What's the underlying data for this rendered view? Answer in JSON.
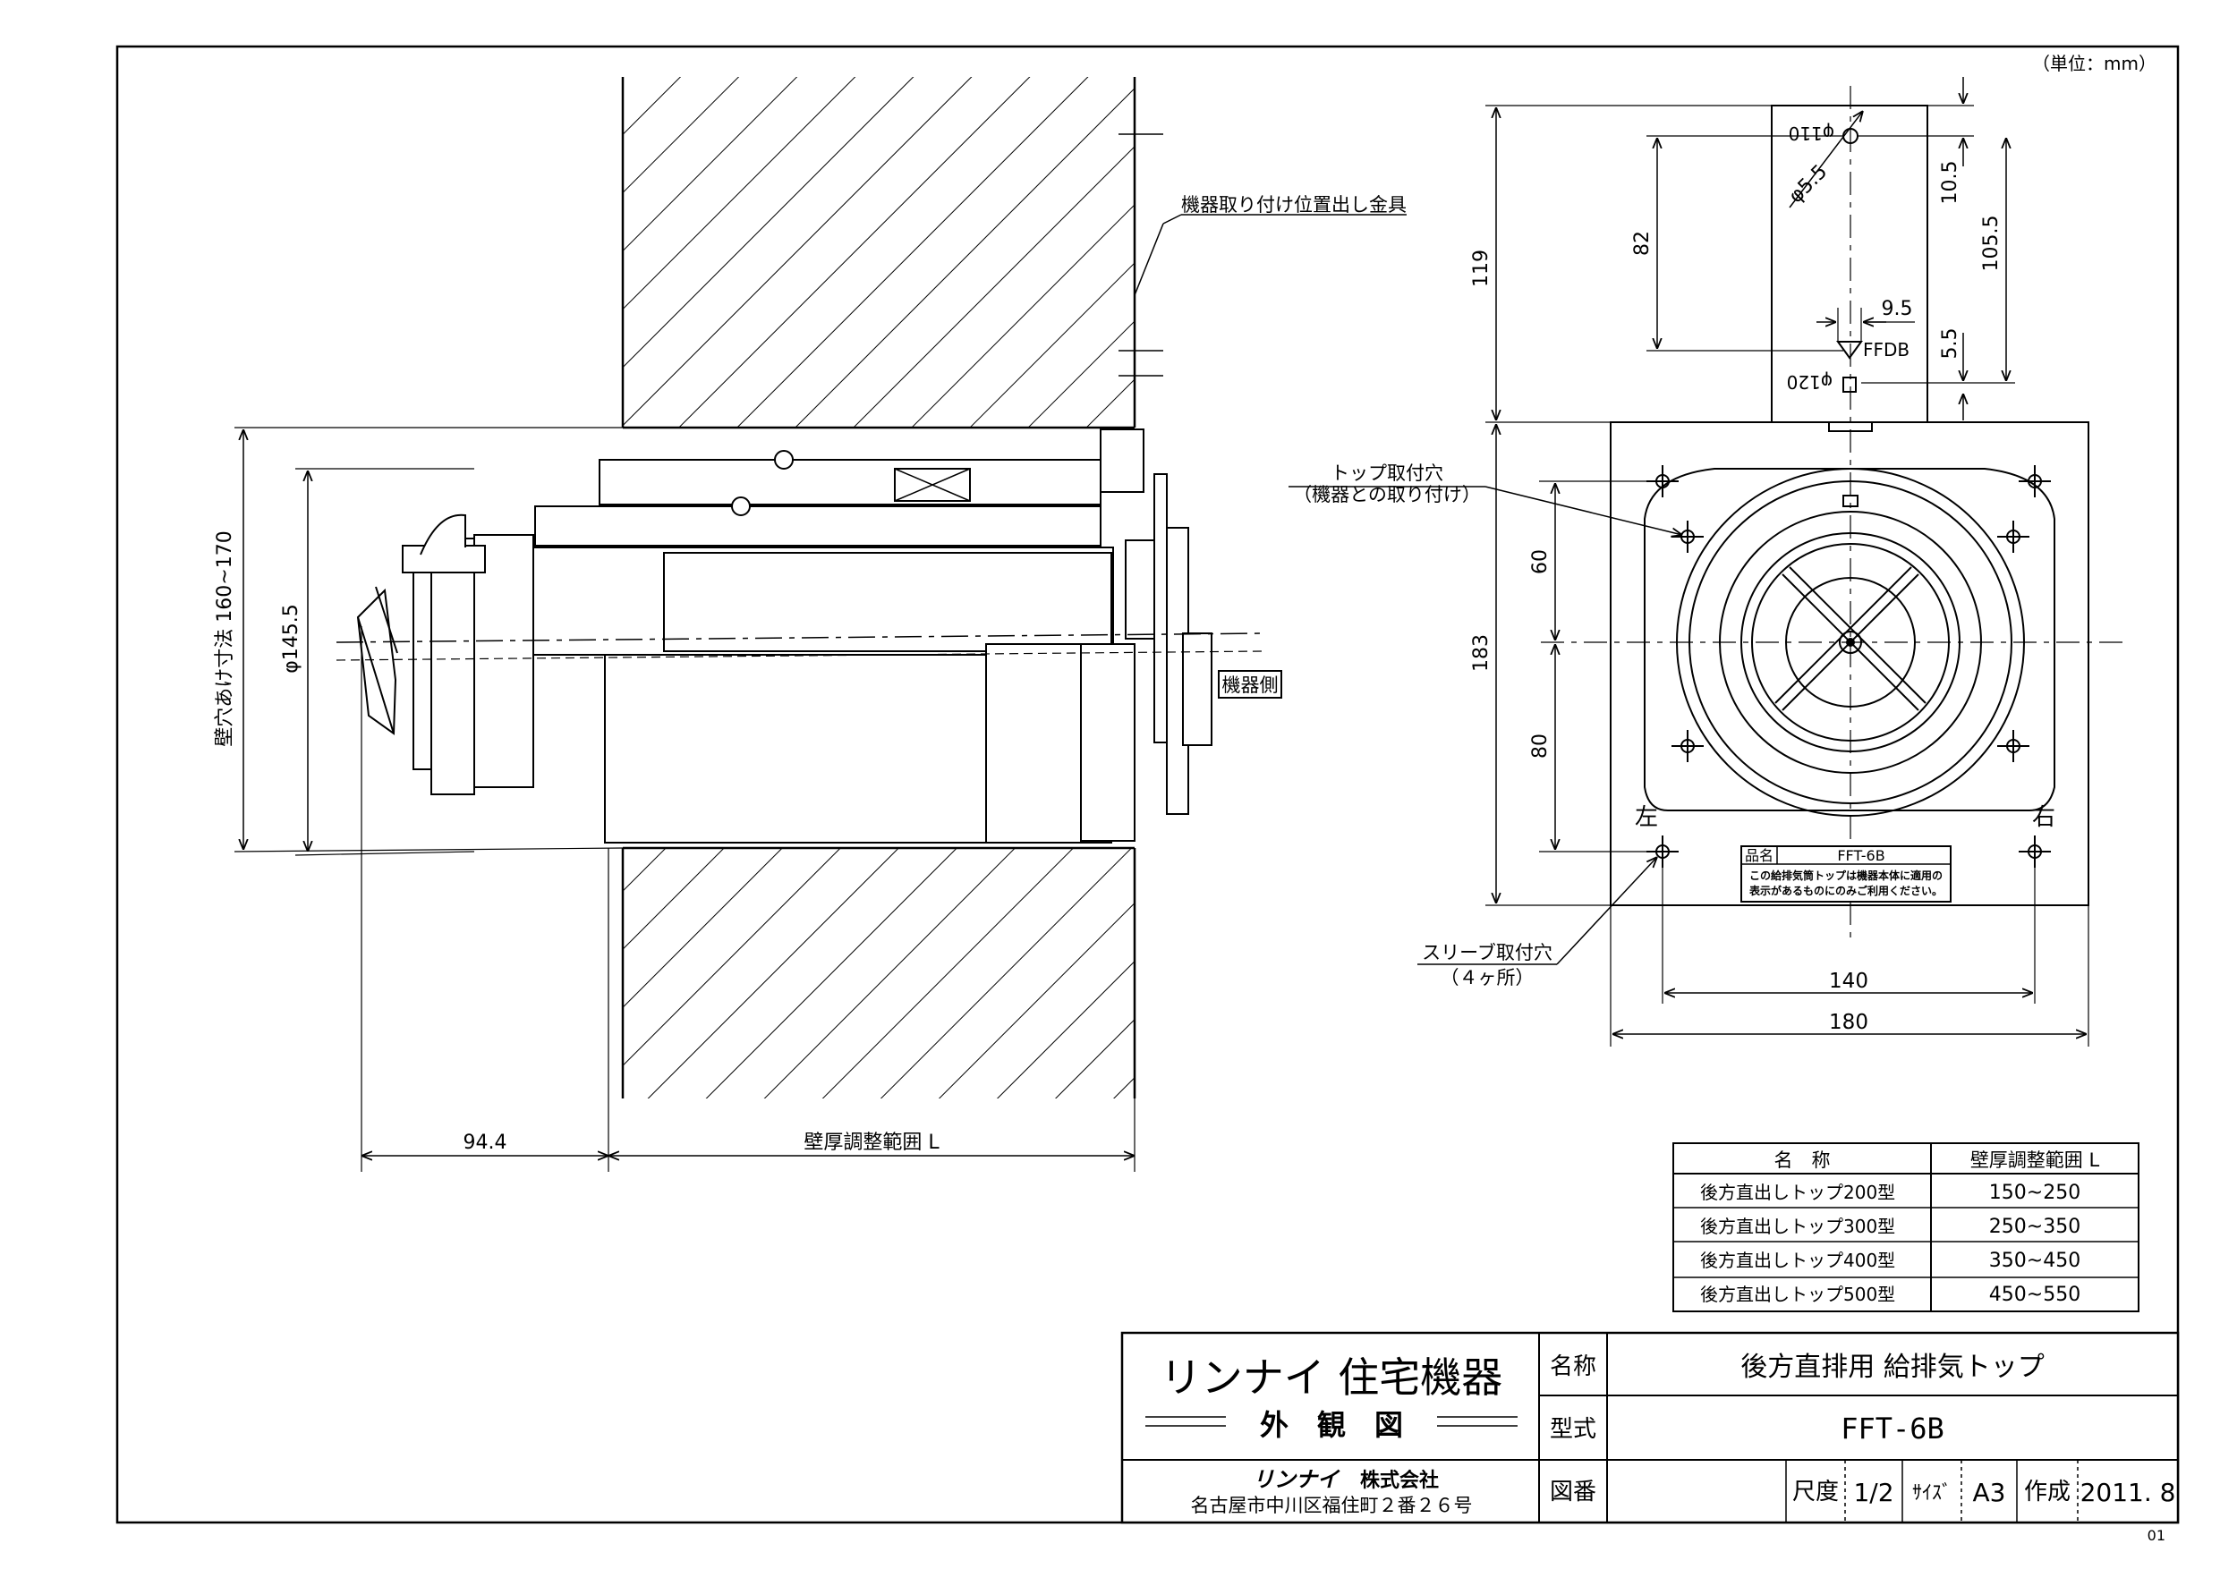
{
  "unit_note": "（単位：mm）",
  "page_number": "01",
  "side_view": {
    "label_bracket": "機器取り付け位置出し金具",
    "label_device_side": "機器側",
    "dim_wall_hole": "壁穴あけ寸法 160~170",
    "dim_diameter": "φ145.5",
    "dim_protrusion": "94.4",
    "dim_wall_range": "壁厚調整範囲 L"
  },
  "front_view": {
    "label_phi110": "φ110",
    "label_phi5_5": "φ5.5",
    "label_ffdb": "FFDB",
    "label_phi120": "φ120",
    "dim_119": "119",
    "dim_82": "82",
    "dim_10_5": "10.5",
    "dim_105_5": "105.5",
    "dim_9_5": "9.5",
    "dim_5_5": "5.5",
    "dim_183": "183",
    "dim_60": "60",
    "dim_80": "80",
    "dim_140": "140",
    "dim_180": "180",
    "label_top_hole_1": "トップ取付穴",
    "label_top_hole_2": "（機器との取り付け）",
    "label_sleeve_hole_1": "スリーブ取付穴",
    "label_sleeve_hole_2": "（４ヶ所）",
    "label_left": "左",
    "label_right": "右",
    "plate_name_label": "品名",
    "plate_name_value": "FFT-6B",
    "plate_note_1": "この給排気筒トップは機器本体に適用の",
    "plate_note_2": "表示があるものにのみご利用ください。"
  },
  "spec_table": {
    "headers": [
      "名　称",
      "壁厚調整範囲 L"
    ],
    "rows": [
      [
        "後方直出しトップ200型",
        "150~250"
      ],
      [
        "後方直出しトップ300型",
        "250~350"
      ],
      [
        "後方直出しトップ400型",
        "350~450"
      ],
      [
        "後方直出しトップ500型",
        "450~550"
      ]
    ]
  },
  "title_block": {
    "company_brand": "リンナイ 住宅機器",
    "drawing_type": "外　観　図",
    "company_logo": "リンナイ",
    "company_name": "株式会社",
    "company_address": "名古屋市中川区福住町２番２６号",
    "name_label": "名称",
    "name_value": "後方直排用 給排気トップ",
    "model_label": "型式",
    "model_value": "FFT-6B",
    "drawing_no_label": "図番",
    "drawing_no_value": "",
    "scale_label": "尺度",
    "scale_value": "1/2",
    "size_label": "ｻｲｽﾞ",
    "size_value": "A3",
    "date_label": "作成",
    "date_value": "2011. 8"
  }
}
